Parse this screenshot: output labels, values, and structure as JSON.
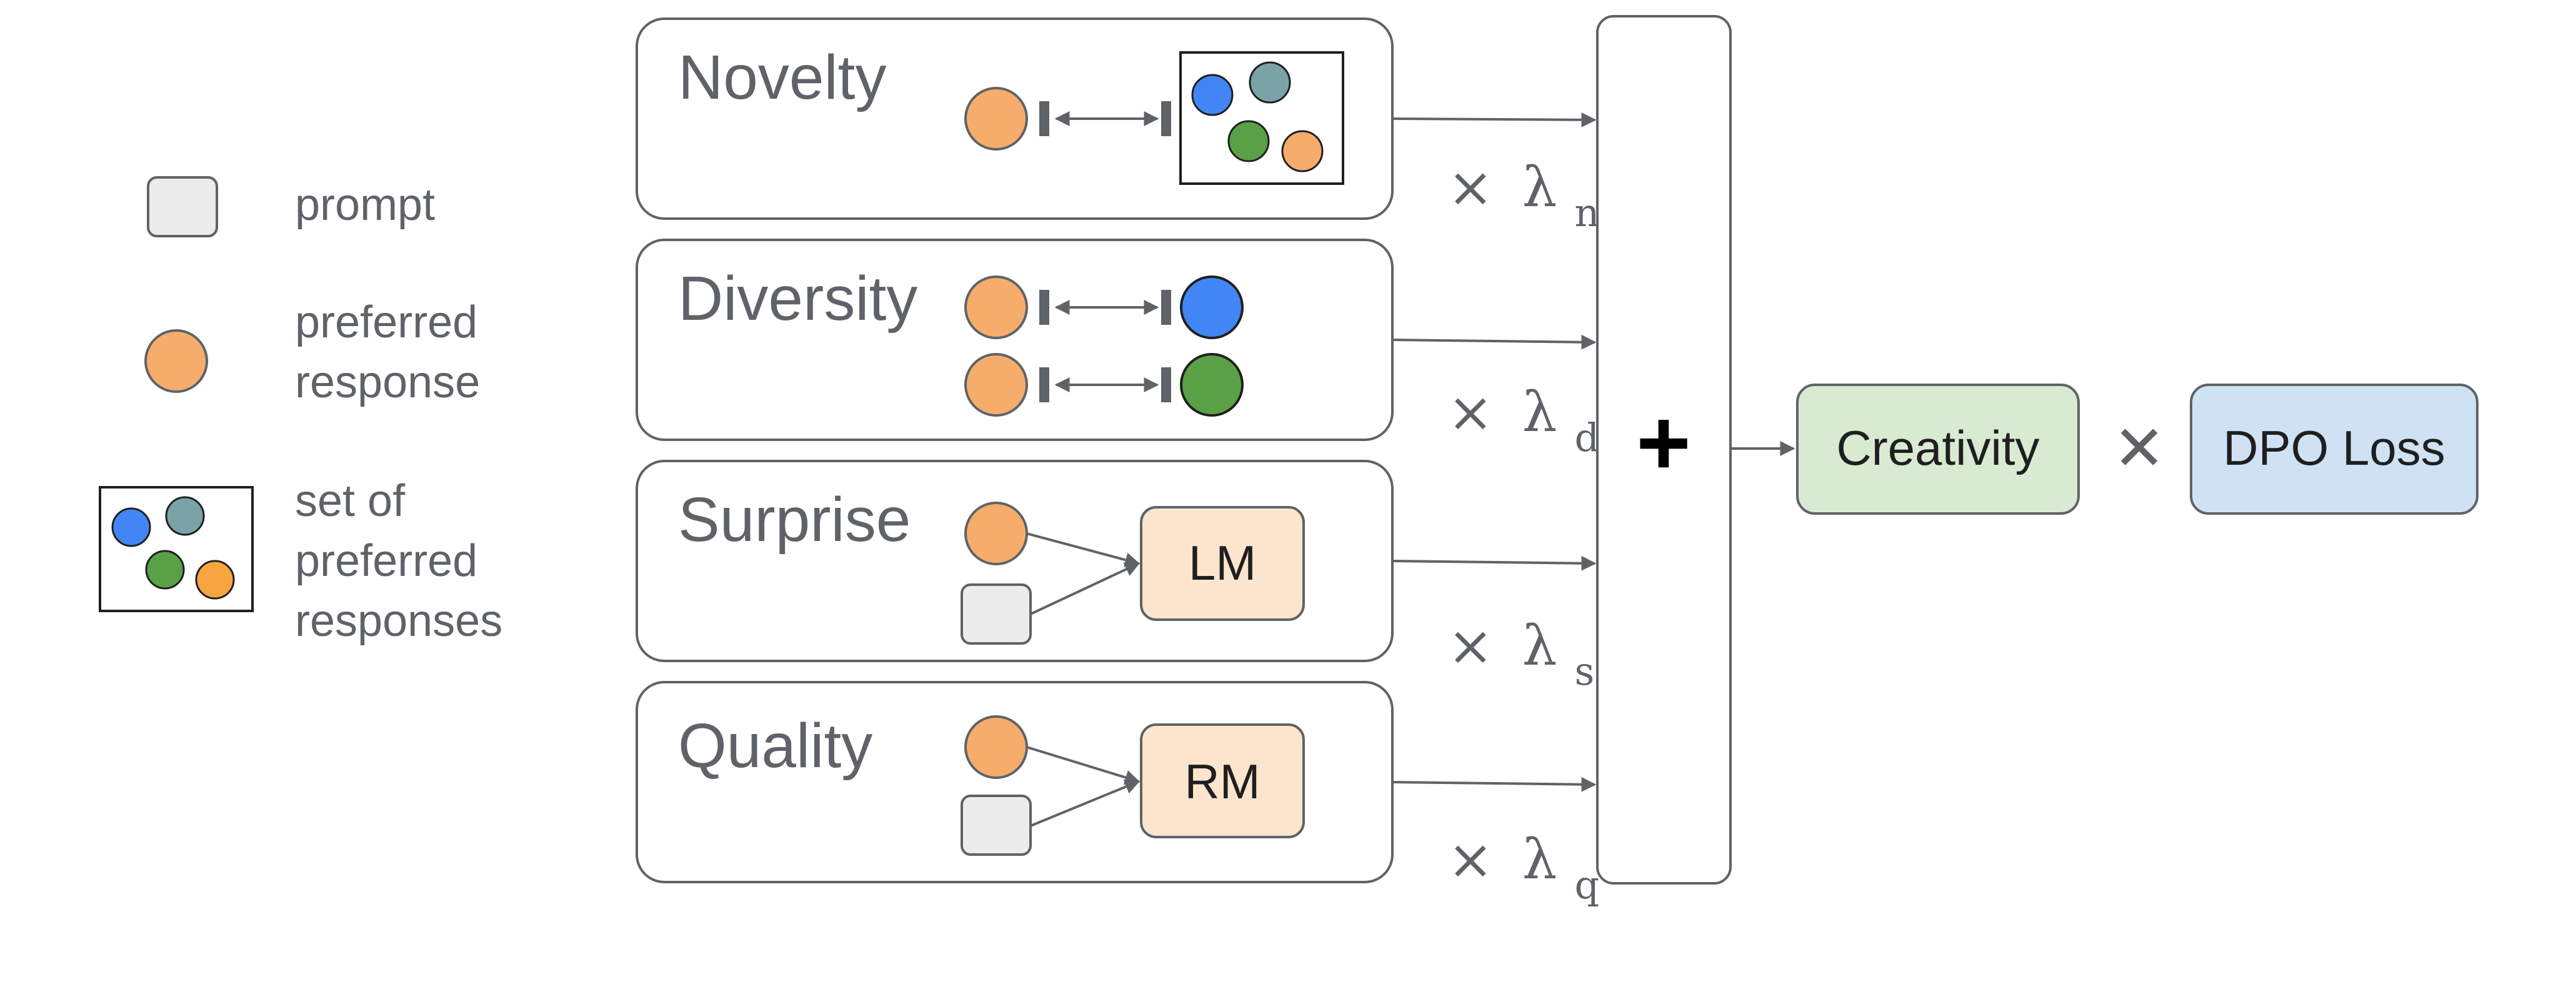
{
  "legend": {
    "prompt_label": "prompt",
    "preferred_label_line1": "preferred",
    "preferred_label_line2": "response",
    "set_label_line1": "set of",
    "set_label_line2": "preferred",
    "set_label_line3": "responses"
  },
  "components": {
    "novelty": "Novelty",
    "diversity": "Diversity",
    "surprise": "Surprise",
    "quality": "Quality"
  },
  "models": {
    "lm": "LM",
    "rm": "RM"
  },
  "weights": {
    "times": "×",
    "lambda": "λ",
    "novelty_sub": "n",
    "diversity_sub": "d",
    "surprise_sub": "s",
    "quality_sub": "q"
  },
  "combine": {
    "plus": "+",
    "creativity": "Creativity",
    "multiply": "✕",
    "dpo_loss": "DPO Loss"
  },
  "colors": {
    "preferred": "#f6ad6c",
    "blue": "#4285f4",
    "teal": "#7aa3a8",
    "green": "#5aa046",
    "orange": "#f9a53f",
    "prompt": "#ececec",
    "model_box": "#fce5cd",
    "creativity_box": "#d9ead3",
    "dpo_box": "#cfe2f3",
    "stroke": "#5f6368"
  }
}
